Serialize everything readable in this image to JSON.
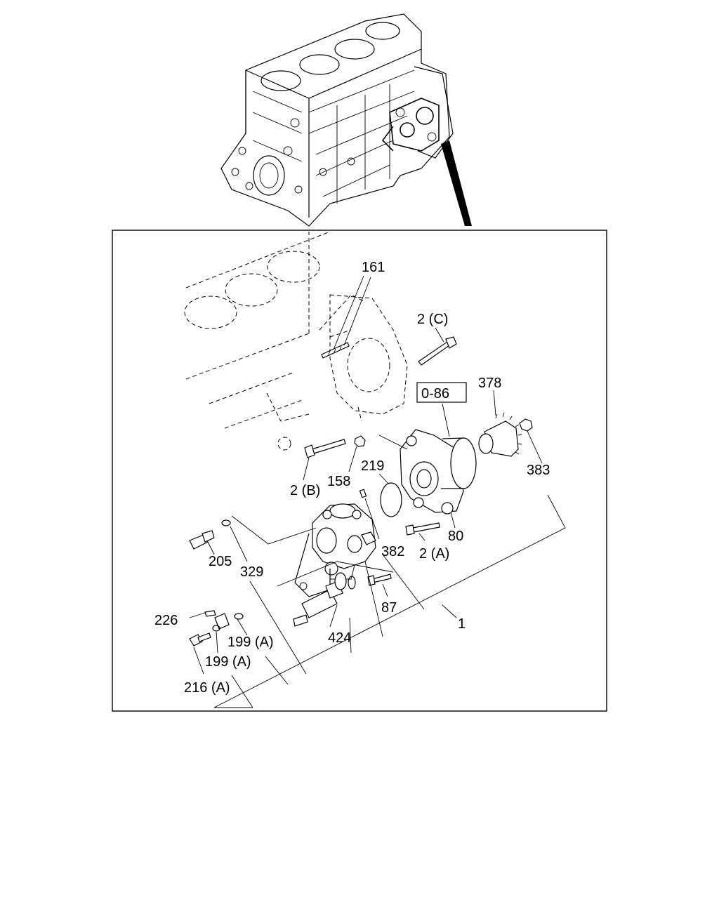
{
  "labels": {
    "l161": "161",
    "l2c": "2 (C)",
    "l086": "0-86",
    "l378": "378",
    "l219": "219",
    "l158": "158",
    "l2b": "2 (B)",
    "l383": "383",
    "l80": "80",
    "l382": "382",
    "l2a": "2 (A)",
    "l205": "205",
    "l329": "329",
    "l87": "87",
    "l1": "1",
    "l226": "226",
    "l199a1": "199 (A)",
    "l424": "424",
    "l199a2": "199 (A)",
    "l216a": "216 (A)"
  }
}
